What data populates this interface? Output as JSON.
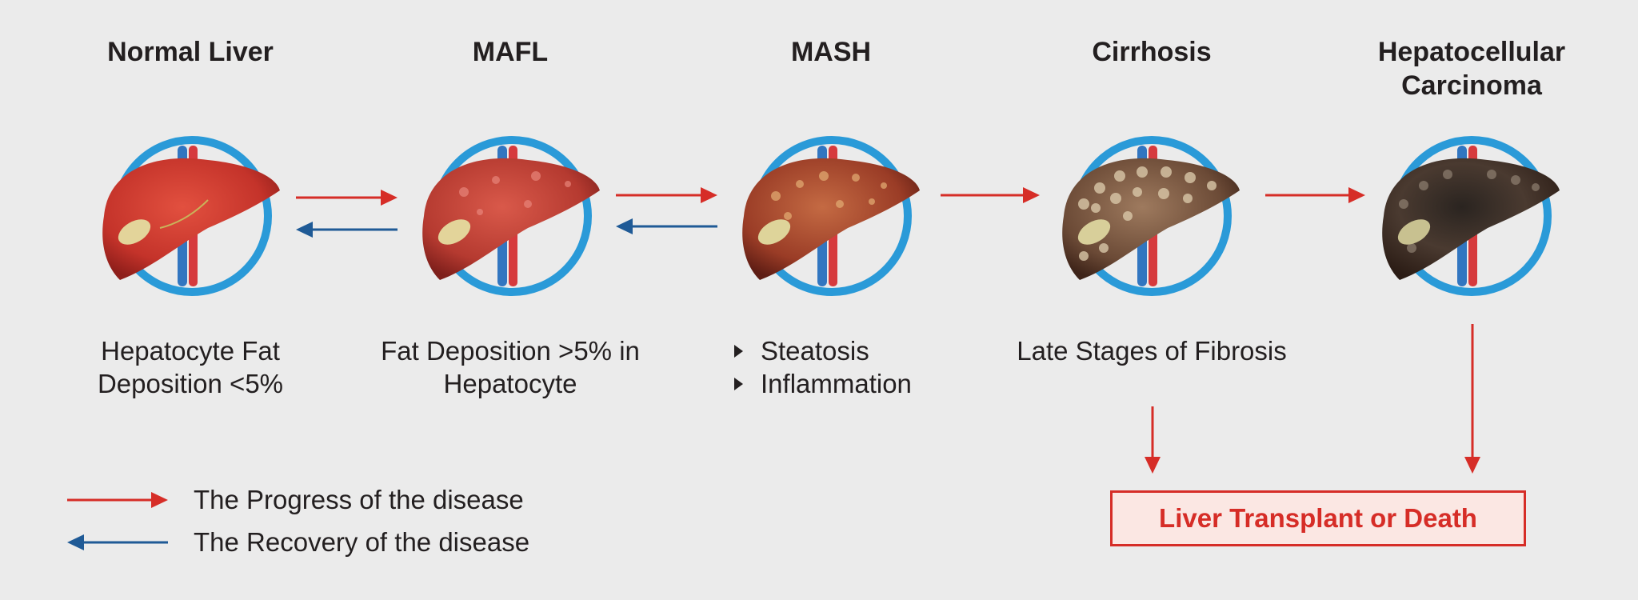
{
  "stages": [
    {
      "title": "Normal Liver",
      "description": "Hepatocyte Fat Deposition <5%"
    },
    {
      "title": "MAFL",
      "description": "Fat Deposition >5% in Hepatocyte"
    },
    {
      "title": "MASH",
      "bullets": [
        "Steatosis",
        "Inflammation"
      ]
    },
    {
      "title": "Cirrhosis",
      "description": "Late Stages of Fibrosis"
    },
    {
      "title": "Hepatocellular Carcinoma"
    }
  ],
  "outcome": "Liver Transplant or Death",
  "legend": {
    "progress": "The Progress of the disease",
    "recovery": "The Recovery of the disease"
  },
  "colors": {
    "background": "#ebebeb",
    "progress_arrow": "#d62d27",
    "recovery_arrow": "#1f5a96",
    "ring": "#2a9ad8",
    "outcome_fill": "#fbe7e3"
  },
  "icons": [
    "liver-icon",
    "vein-icon",
    "artery-icon",
    "gallbladder-icon"
  ]
}
